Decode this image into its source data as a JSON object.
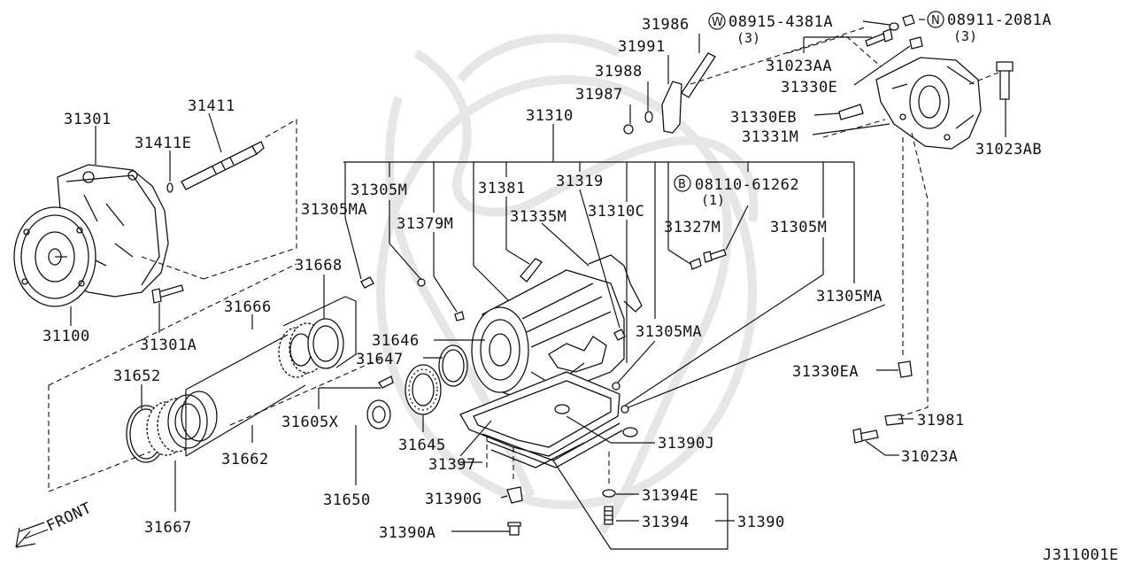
{
  "diagram_code": "J311001E",
  "front_label": "FRONT",
  "parts": {
    "p31301": "31301",
    "p31411": "31411",
    "p31411E": "31411E",
    "p31100": "31100",
    "p31301A": "31301A",
    "p31668": "31668",
    "p31666": "31666",
    "p31652": "31652",
    "p31662": "31662",
    "p31667": "31667",
    "p31605X": "31605X",
    "p31650": "31650",
    "p31645": "31645",
    "p31646": "31646",
    "p31647": "31647",
    "p31305MA_a": "31305MA",
    "p31305M_a": "31305M",
    "p31379M": "31379M",
    "p31381": "31381",
    "p31319": "31319",
    "p31335M": "31335M",
    "p31310C": "31310C",
    "p31310": "31310",
    "p31327M": "31327M",
    "p31305M_b": "31305M",
    "p31305MA_b": "31305MA",
    "p31305MA_c": "31305MA",
    "p31397": "31397",
    "p31390J": "31390J",
    "p31390G": "31390G",
    "p31390A": "31390A",
    "p31394E": "31394E",
    "p31394": "31394",
    "p31390": "31390",
    "p31986": "31986",
    "p31991": "31991",
    "p31988": "31988",
    "p31987": "31987",
    "p31023AA": "31023AA",
    "p31330E": "31330E",
    "p31330EB": "31330EB",
    "p31331M": "31331M",
    "p31023AB": "31023AB",
    "p31330EA": "31330EA",
    "p31981": "31981",
    "p31023A": "31023A"
  },
  "fasteners": {
    "washer_part": "08915-4381A",
    "washer_qty": "(3)",
    "washer_badge": "W",
    "nut_part": "08911-2081A",
    "nut_qty": "(3)",
    "nut_badge": "N",
    "bolt_part": "08110-61262",
    "bolt_qty": "(1)",
    "bolt_badge": "B"
  }
}
